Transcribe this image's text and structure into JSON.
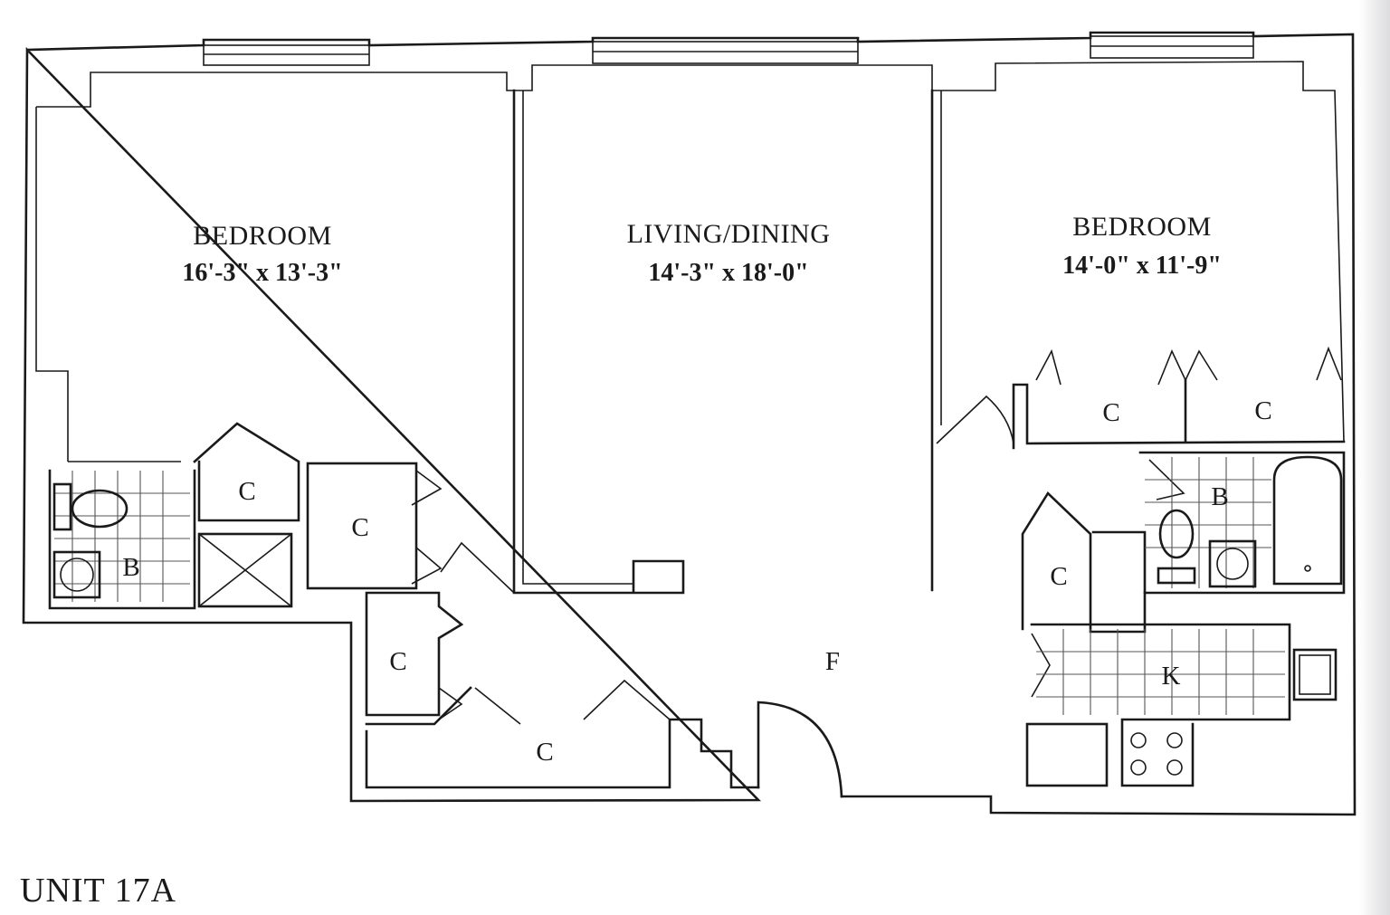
{
  "rooms": {
    "bedroom_left": {
      "name": "BEDROOM",
      "dims": "16'-3\" x 13'-3\""
    },
    "living_dining": {
      "name": "LIVING/DINING",
      "dims": "14'-3\" x 18'-0\""
    },
    "bedroom_right": {
      "name": "BEDROOM",
      "dims": "14'-0\" x 11'-9\""
    }
  },
  "labels": {
    "closet": "C",
    "bath": "B",
    "kitchen": "K",
    "foyer": "F"
  },
  "unit": "UNIT 17A"
}
